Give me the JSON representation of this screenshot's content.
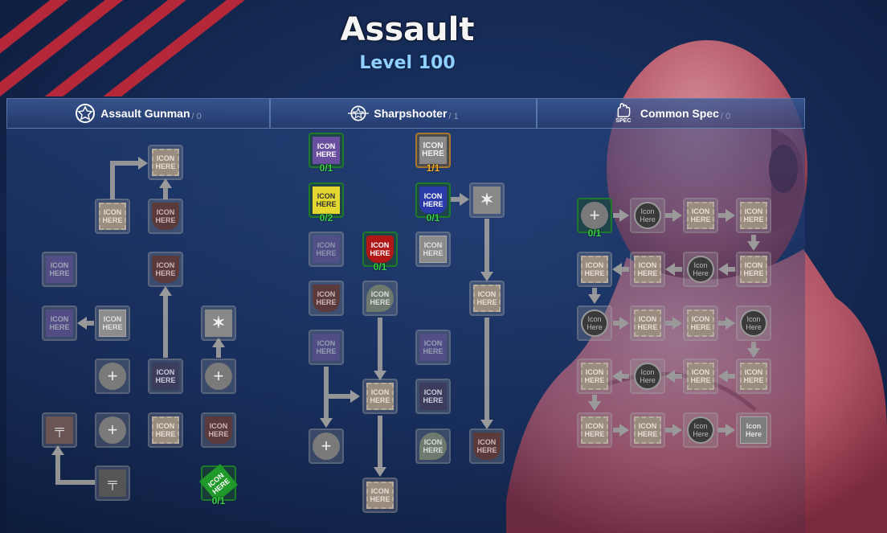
{
  "header": {
    "title": "Assault",
    "level": "Level 100"
  },
  "trees": [
    {
      "name": "Assault Gunman",
      "points": "/ 0",
      "icon": "star-badge-icon"
    },
    {
      "name": "Sharpshooter",
      "points": "/ 1",
      "icon": "crosshair-star-icon"
    },
    {
      "name": "Common Spec",
      "points": "/ 0",
      "icon": "fist-spec-icon",
      "icon_caption": "SPEC"
    }
  ],
  "icon_text": {
    "placeholder": "ICON HERE",
    "placeholder_lower": "Icon Here",
    "plus": "+",
    "star": "✶",
    "gun": "╤"
  },
  "counters": {
    "g_green": "0/1",
    "s_purple": "0/1",
    "s_gold": "1/1",
    "s_yellow": "0/2",
    "s_blue": "0/1",
    "s_red": "0/1",
    "c_plus": "0/1"
  },
  "colors": {
    "accent_stripe": "#b4283a",
    "active_border": "#1d7a2a",
    "count_green": "#3ad04a",
    "count_gold": "#f2b12a",
    "level_text": "#8fd0ff"
  }
}
